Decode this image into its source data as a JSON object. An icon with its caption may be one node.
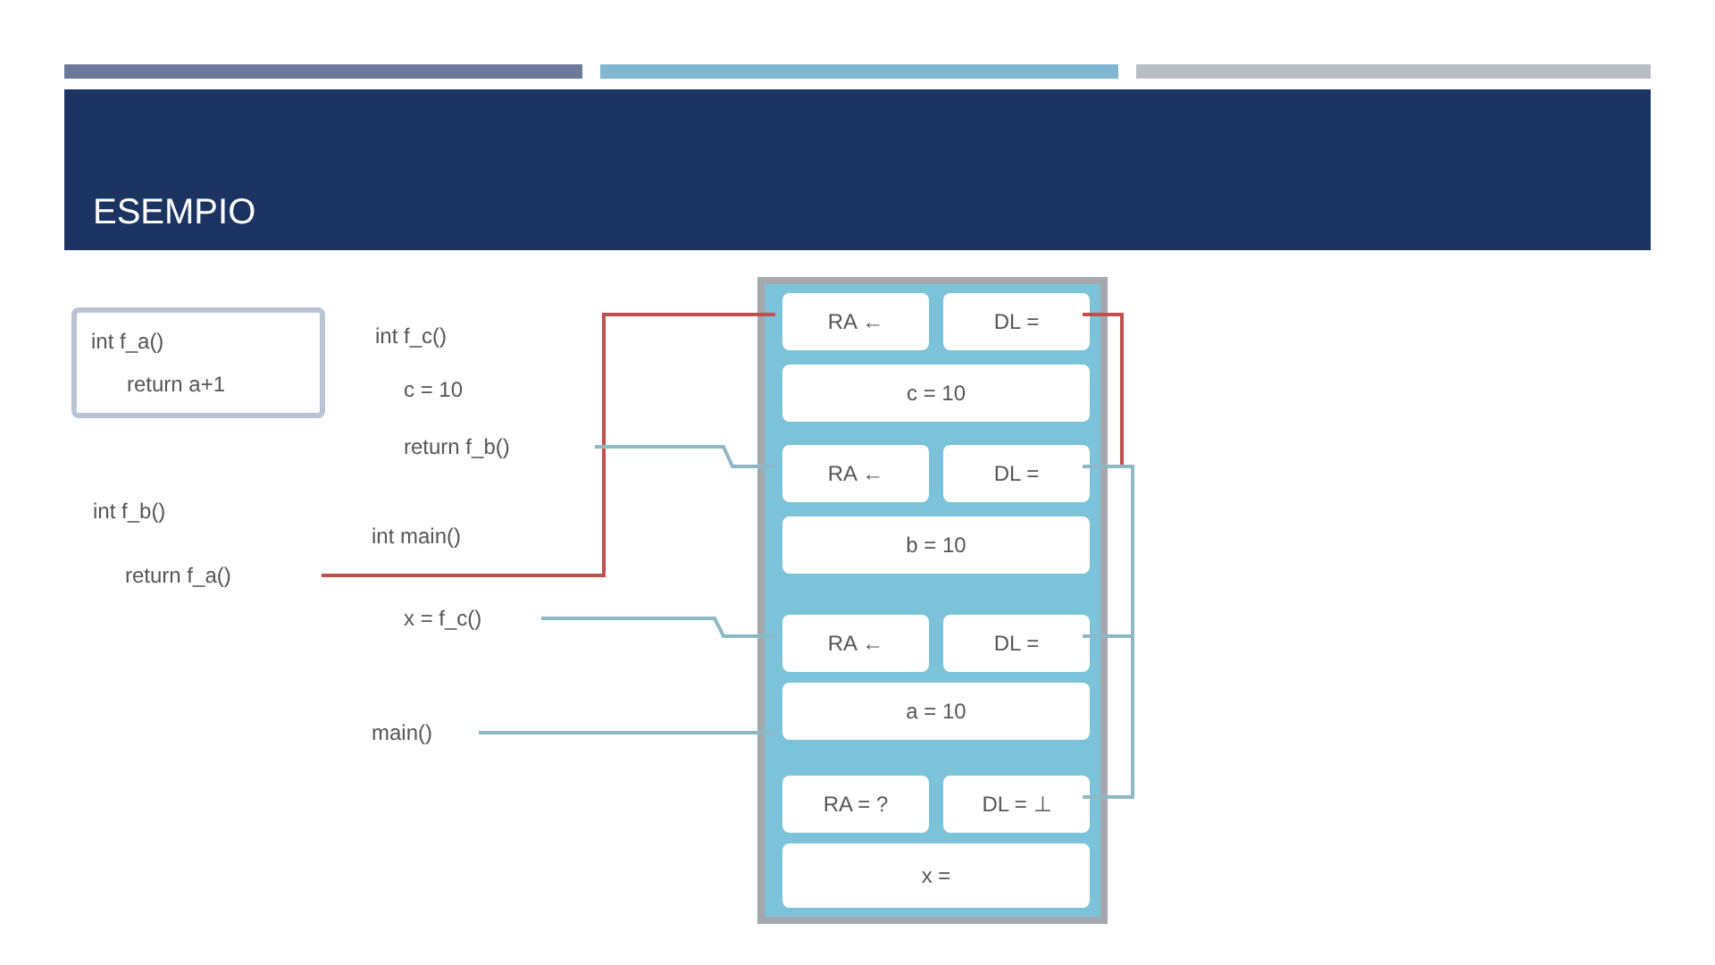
{
  "diagram": {
    "title": "ESEMPIO",
    "nodes": [
      {
        "text": [
          "int f_a()",
          "return a+1"
        ]
      },
      {
        "text": [
          "return f_a()"
        ]
      },
      {
        "text": [
          "return f_b()"
        ]
      },
      {
        "text": [
          "x = f_c()"
        ]
      },
      {
        "text": [
          "main()"
        ]
      },
      {
        "text": [],
        "shape": "box"
      },
      {
        "text": [
          "RA ←"
        ],
        "in": 5
      },
      {
        "text": [
          "DL ="
        ],
        "in": 5
      },
      {
        "text": [
          "c = 10"
        ],
        "in": 5
      },
      {
        "text": [
          "RA ←"
        ],
        "in": 5
      },
      {
        "text": [
          "DL ="
        ],
        "in": 5
      },
      {
        "text": [
          "b = 10"
        ],
        "in": 5
      },
      {
        "text": [
          "RA ←"
        ],
        "in": 5
      },
      {
        "text": [
          "DL ="
        ],
        "in": 5
      },
      {
        "text": [
          "a = 10"
        ],
        "in": 5
      },
      {
        "text": [
          "RA = ?"
        ],
        "in": 5
      },
      {
        "text": [
          "DL = ⊥"
        ],
        "in": 5
      },
      {
        "text": [
          "x ="
        ],
        "in": 5
      }
    ],
    "edges": [
      {
        "from": 1,
        "to": 6,
        "arrow": "none",
        "color": "#c0504d"
      },
      {
        "from": 7,
        "to": 10,
        "arrow": "none",
        "color": "#c0504d"
      },
      {
        "from": 2,
        "to": 9,
        "arrow": "none"
      },
      {
        "from": 10,
        "to": 13,
        "arrow": "none"
      },
      {
        "from": 3,
        "to": 12,
        "arrow": "none"
      },
      {
        "from": 4,
        "to": 14,
        "arrow": "none"
      },
      {
        "from": 13,
        "to": 16,
        "arrow": "none"
      }
    ],
    "labels": [
      "int f_c()",
      "c = 10",
      "int f_b()",
      "int main()"
    ]
  }
}
